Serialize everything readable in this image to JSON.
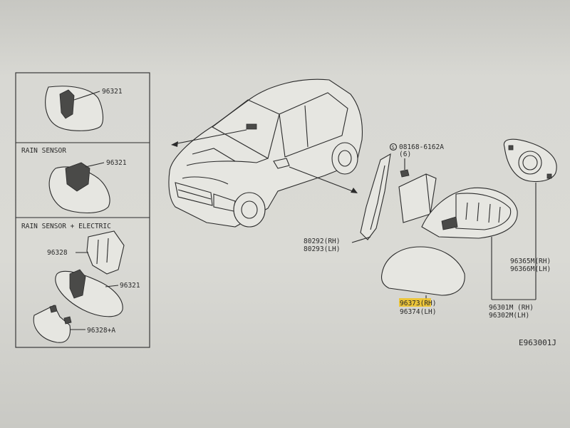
{
  "panels": {
    "rain_sensor_title": "RAIN SENSOR",
    "rain_sensor_electric_title": "RAIN SENSOR + ELECTRIC"
  },
  "labels": {
    "p1_mirror": "96321",
    "p2_mirror": "96321",
    "p3_cover": "96328",
    "p3_mirror": "96321",
    "p3_lower_cover": "96328+A",
    "screw": "08168-6162A",
    "screw_qty": "(6)",
    "seal_rh": "80292(RH)",
    "seal_lh": "80293(LH)",
    "cap_rh": "96373(RH)",
    "cap_lh": "96374(LH)",
    "glass_rh": "96365M(RH)",
    "glass_lh": "96366M(LH)",
    "assy_rh": "96301M (RH)",
    "assy_lh": "96302M(LH)",
    "diagram_code": "E963001J"
  },
  "colors": {
    "highlight": "#f0c21e",
    "line": "#2b2b2b"
  }
}
